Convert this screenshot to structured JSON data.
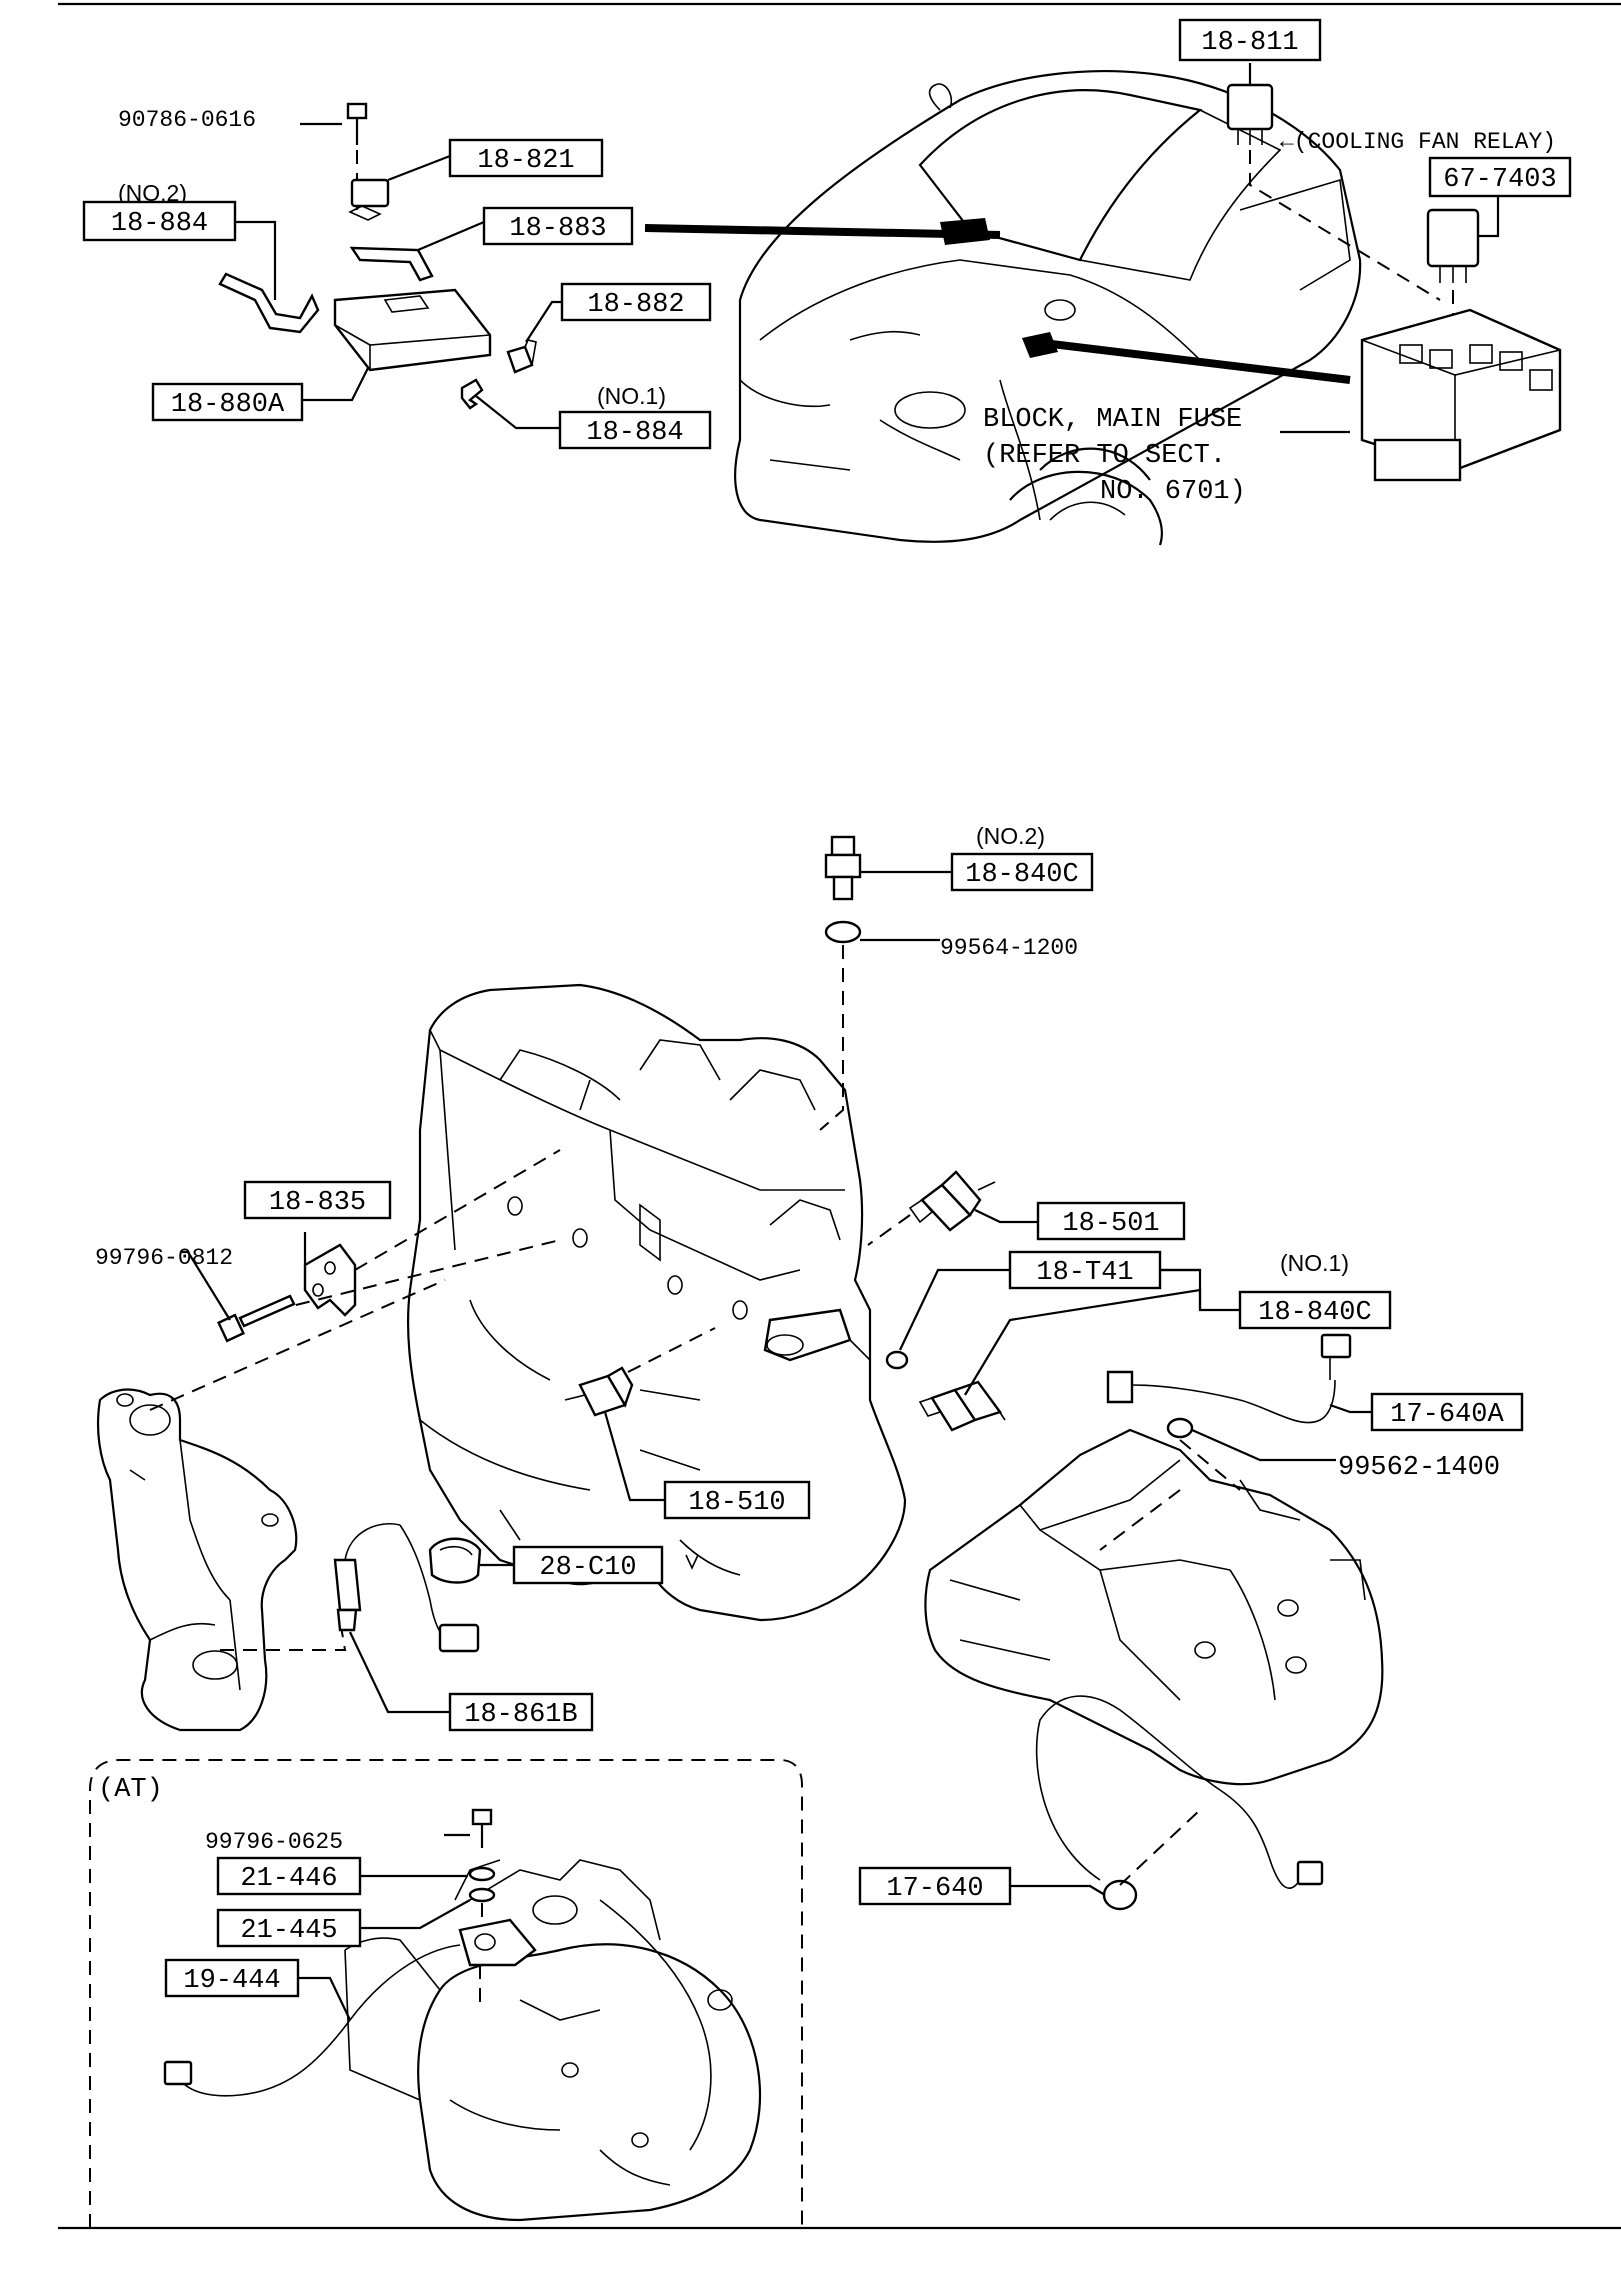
{
  "top_section": {
    "parts": {
      "relay_18811": "18-811",
      "relay_67_7403": "67-7403",
      "bolt_90786": "90786-0616",
      "relay_18821": "18-821",
      "bracket_18883": "18-883",
      "bracket_18884_no2": "18-884",
      "bracket_18884_no1": "18-884",
      "clip_18882": "18-882",
      "pcm_18880a": "18-880A"
    },
    "notes": {
      "no2": "(NO.2)",
      "no1": "(NO.1)",
      "cooling_fan_relay": "←(COOLING FAN RELAY)",
      "block_line1": "BLOCK, MAIN FUSE",
      "block_line2": "(REFER TO SECT.",
      "block_line3": "NO. 6701)"
    }
  },
  "bottom_section": {
    "parts": {
      "sensor_18840c_no2": "18-840C",
      "gasket_99564": "99564-1200",
      "switch_18501": "18-501",
      "sensor_18t41": "18-T41",
      "sensor_18840c_no1": "18-840C",
      "bracket_18835": "18-835",
      "bolt_99796_0812": "99796-0812",
      "harness_17640a": "17-640A",
      "gasket_99562": "99562-1400",
      "sensor_18510": "18-510",
      "clip_28c10": "28-C10",
      "o2sensor_18861b": "18-861B",
      "harness_17640": "17-640"
    },
    "notes": {
      "no2": "(NO.2)",
      "no1": "(NO.1)"
    }
  },
  "at_section": {
    "title": "(AT)",
    "parts": {
      "bolt_99796_0625": "99796-0625",
      "washer_21446": "21-446",
      "washer_21445": "21-445",
      "switch_19444": "19-444"
    }
  }
}
